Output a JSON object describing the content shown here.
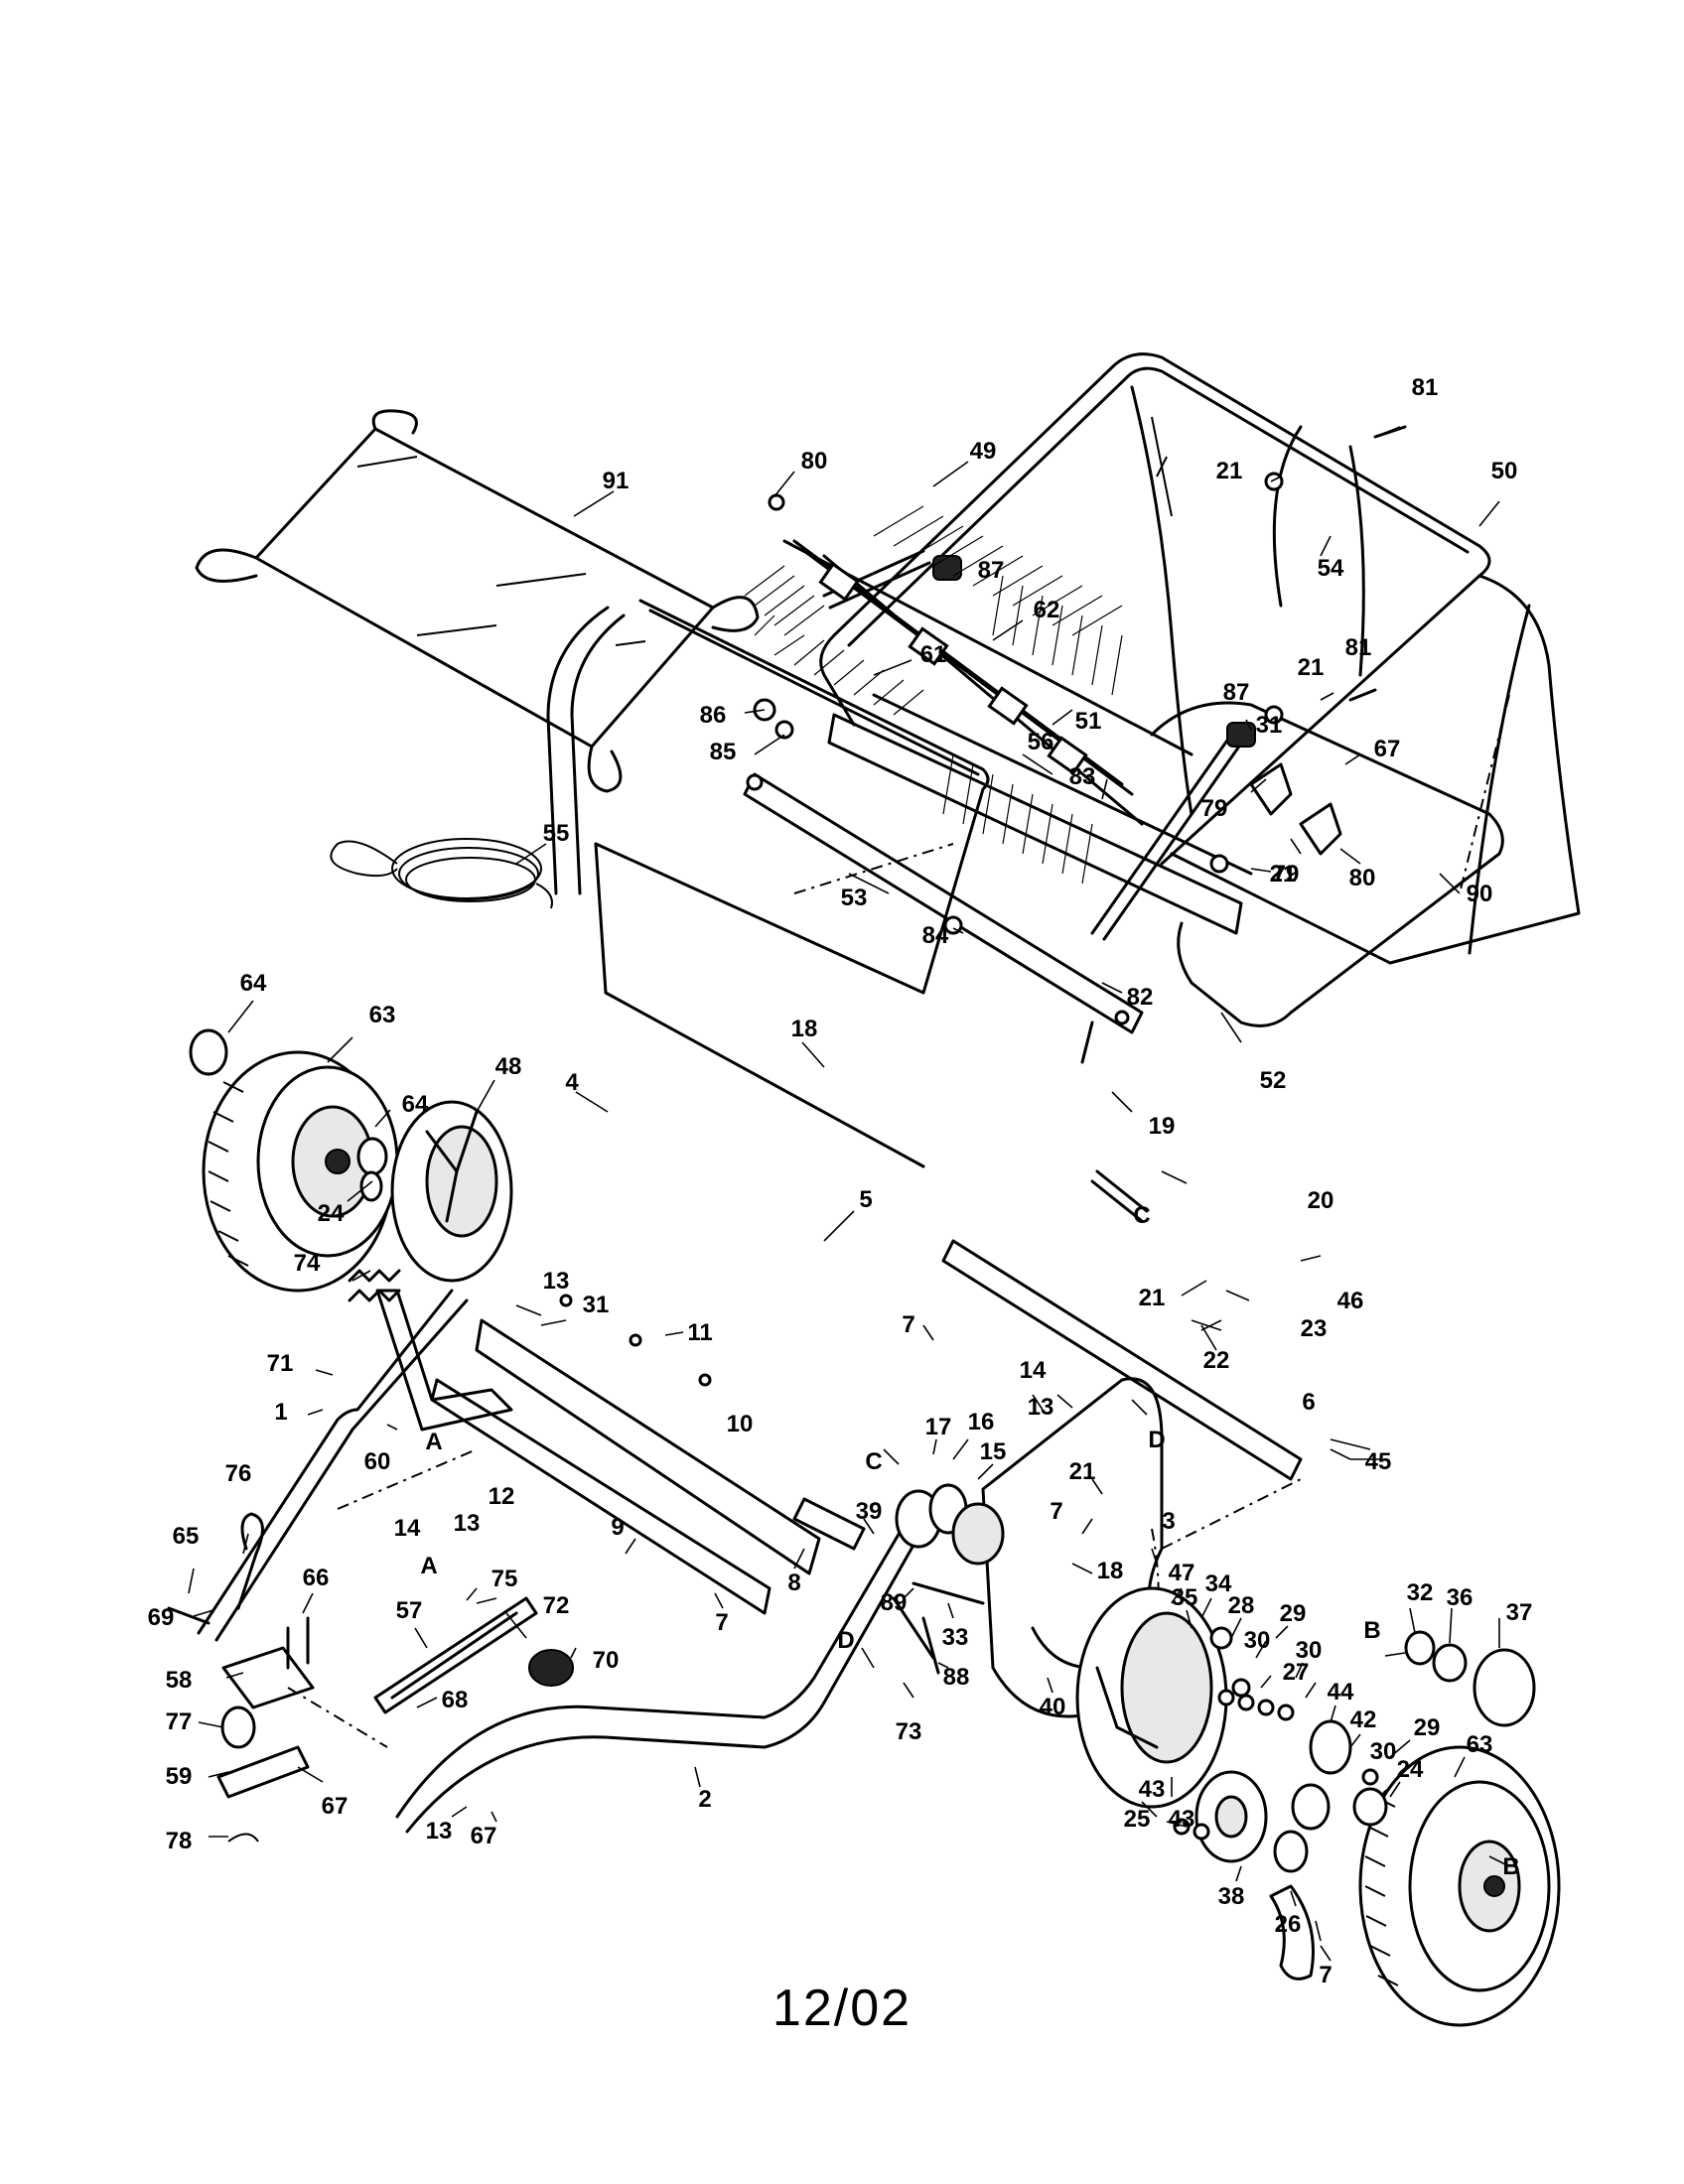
{
  "diagram": {
    "date_code": "12/02",
    "callouts": [
      "91",
      "80",
      "49",
      "81",
      "87",
      "50",
      "21",
      "54",
      "62",
      "61",
      "86",
      "85",
      "51",
      "56",
      "83",
      "87",
      "31",
      "21",
      "81",
      "67",
      "79",
      "79",
      "80",
      "53",
      "84",
      "90",
      "21",
      "82",
      "52",
      "18",
      "19",
      "C",
      "64",
      "63",
      "64",
      "48",
      "24",
      "4",
      "5",
      "20",
      "21",
      "46",
      "23",
      "22",
      "74",
      "13",
      "31",
      "11",
      "7",
      "71",
      "1",
      "60",
      "A",
      "14",
      "13",
      "12",
      "10",
      "6",
      "14",
      "13",
      "D",
      "76",
      "65",
      "69",
      "66",
      "58",
      "77",
      "59",
      "67",
      "78",
      "57",
      "75",
      "A",
      "72",
      "70",
      "68",
      "2",
      "13",
      "67",
      "9",
      "8",
      "7",
      "39",
      "C",
      "17",
      "16",
      "15",
      "89",
      "33",
      "88",
      "D",
      "73",
      "21",
      "7",
      "3",
      "45",
      "47",
      "18",
      "40",
      "34",
      "35",
      "28",
      "29",
      "30",
      "30",
      "27",
      "44",
      "42",
      "30",
      "29",
      "24",
      "43",
      "25",
      "43",
      "38",
      "26",
      "7",
      "63",
      "B",
      "32",
      "B",
      "36",
      "37",
      "55"
    ]
  }
}
